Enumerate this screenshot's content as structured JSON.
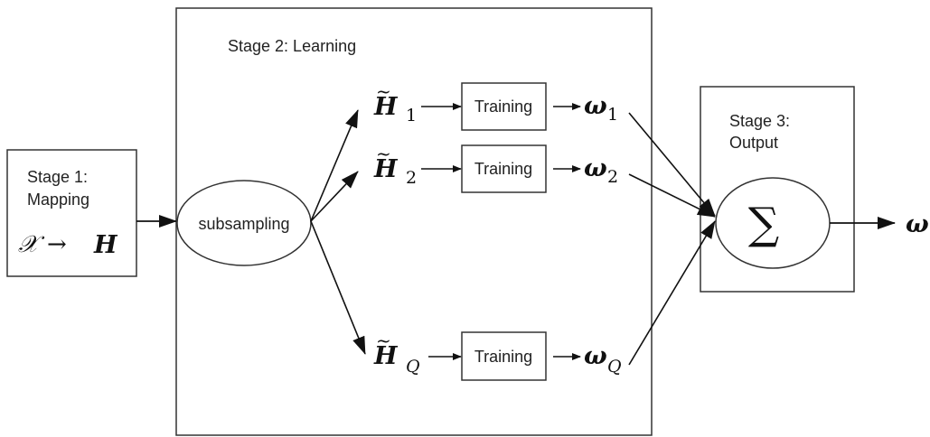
{
  "stage1": {
    "title_line1": "Stage 1:",
    "title_line2": "Mapping",
    "mapping_from": "𝒳",
    "mapping_arrow": "→",
    "mapping_to": "H"
  },
  "stage2": {
    "title": "Stage 2: Learning",
    "subsampling_label": "subsampling"
  },
  "branches": [
    {
      "H_symbol": "H",
      "H_sub": "1",
      "training_label": "Training",
      "w_symbol": "ω",
      "w_sub": "1"
    },
    {
      "H_symbol": "H",
      "H_sub": "2",
      "training_label": "Training",
      "w_symbol": "ω",
      "w_sub": "2"
    },
    {
      "H_symbol": "H",
      "H_sub": "Q",
      "training_label": "Training",
      "w_symbol": "ω",
      "w_sub": "Q"
    }
  ],
  "stage3": {
    "title_line1": "Stage 3:",
    "title_line2": "Output",
    "sum_symbol": "∑"
  },
  "output": {
    "symbol": "ω"
  }
}
